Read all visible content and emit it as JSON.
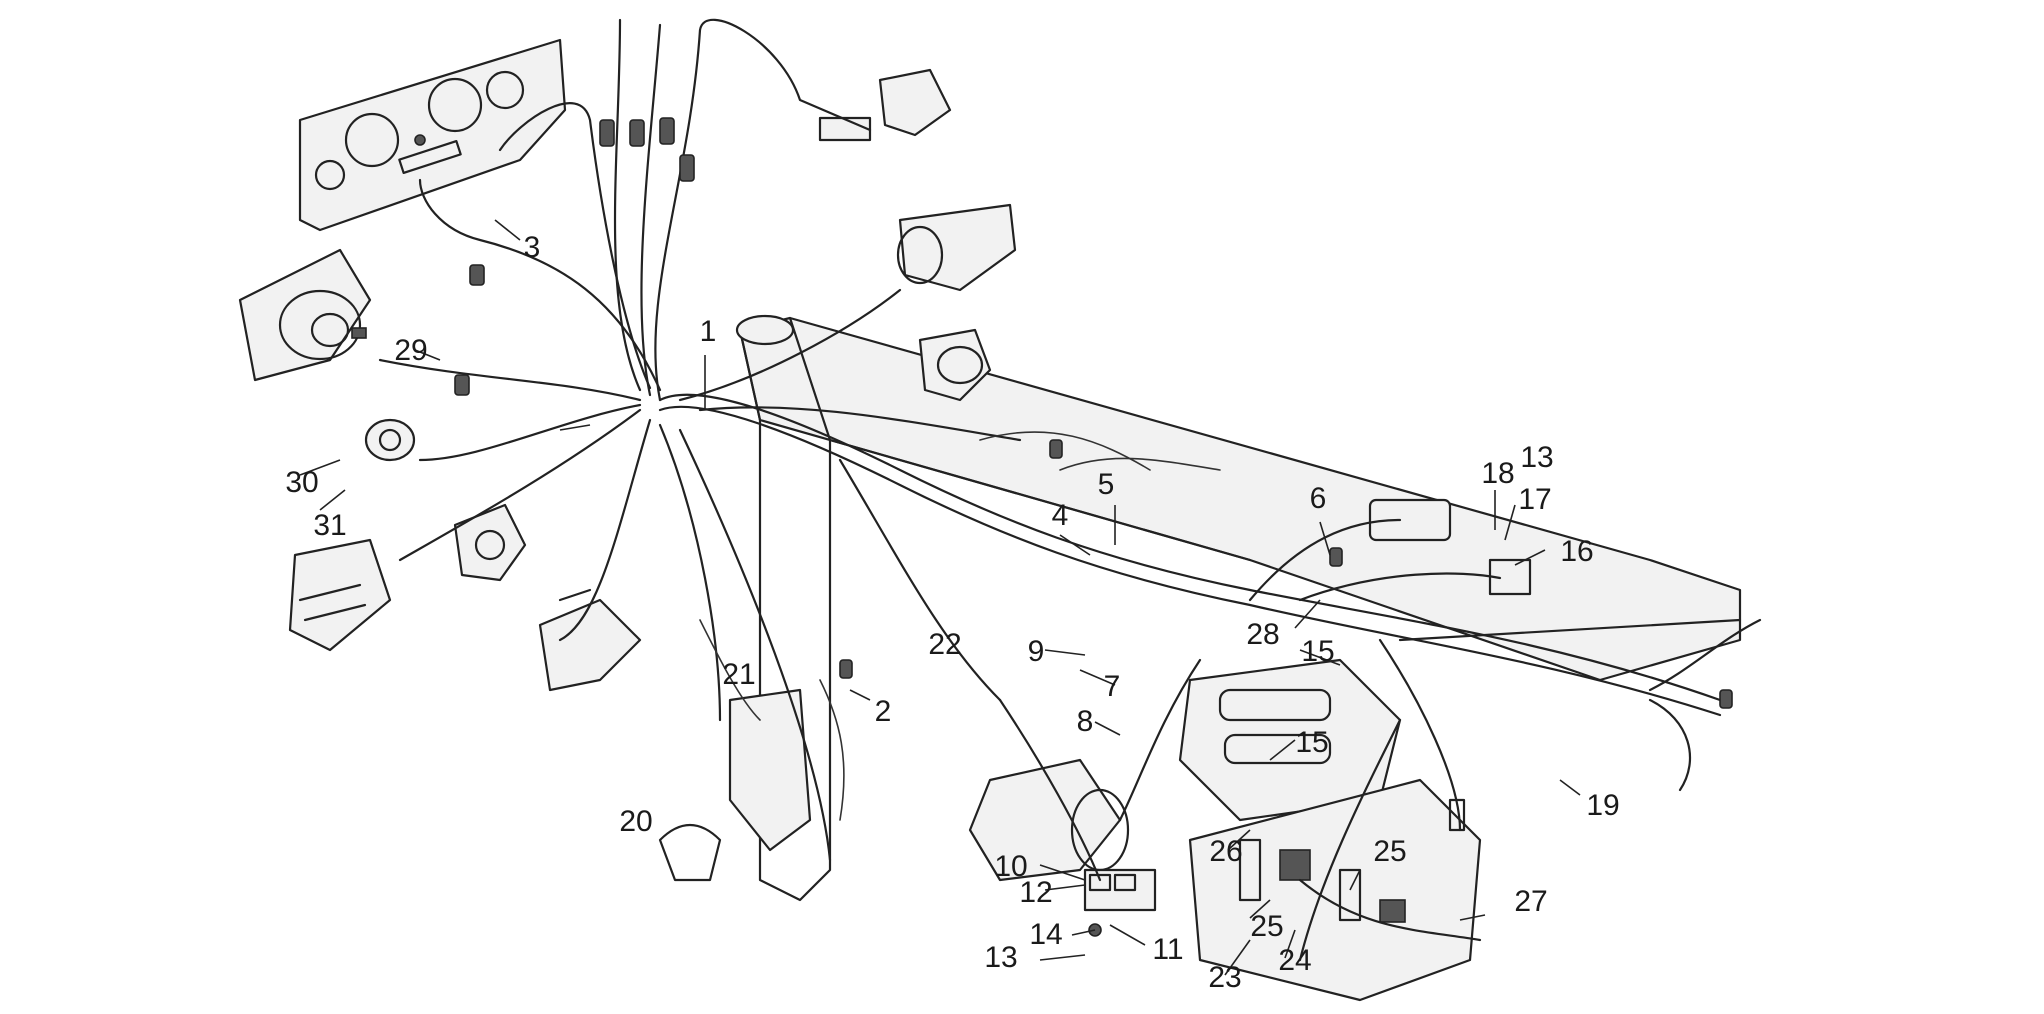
{
  "callouts": [
    {
      "id": "c1",
      "text": "1"
    },
    {
      "id": "c2",
      "text": "2"
    },
    {
      "id": "c3",
      "text": "3"
    },
    {
      "id": "c4",
      "text": "4"
    },
    {
      "id": "c5",
      "text": "5"
    },
    {
      "id": "c6",
      "text": "6"
    },
    {
      "id": "c7",
      "text": "7"
    },
    {
      "id": "c8",
      "text": "8"
    },
    {
      "id": "c9",
      "text": "9"
    },
    {
      "id": "c10",
      "text": "10"
    },
    {
      "id": "c11",
      "text": "11"
    },
    {
      "id": "c12",
      "text": "12"
    },
    {
      "id": "c13a",
      "text": "13"
    },
    {
      "id": "c13b",
      "text": "13"
    },
    {
      "id": "c14",
      "text": "14"
    },
    {
      "id": "c15a",
      "text": "15"
    },
    {
      "id": "c15b",
      "text": "15"
    },
    {
      "id": "c16",
      "text": "16"
    },
    {
      "id": "c17",
      "text": "17"
    },
    {
      "id": "c18",
      "text": "18"
    },
    {
      "id": "c19",
      "text": "19"
    },
    {
      "id": "c20",
      "text": "20"
    },
    {
      "id": "c21",
      "text": "21"
    },
    {
      "id": "c22",
      "text": "22"
    },
    {
      "id": "c23",
      "text": "23"
    },
    {
      "id": "c24",
      "text": "24"
    },
    {
      "id": "c25a",
      "text": "25"
    },
    {
      "id": "c25b",
      "text": "25"
    },
    {
      "id": "c26",
      "text": "26"
    },
    {
      "id": "c27",
      "text": "27"
    },
    {
      "id": "c28",
      "text": "28"
    },
    {
      "id": "c29",
      "text": "29"
    },
    {
      "id": "c30",
      "text": "30"
    },
    {
      "id": "c31",
      "text": "31"
    }
  ]
}
